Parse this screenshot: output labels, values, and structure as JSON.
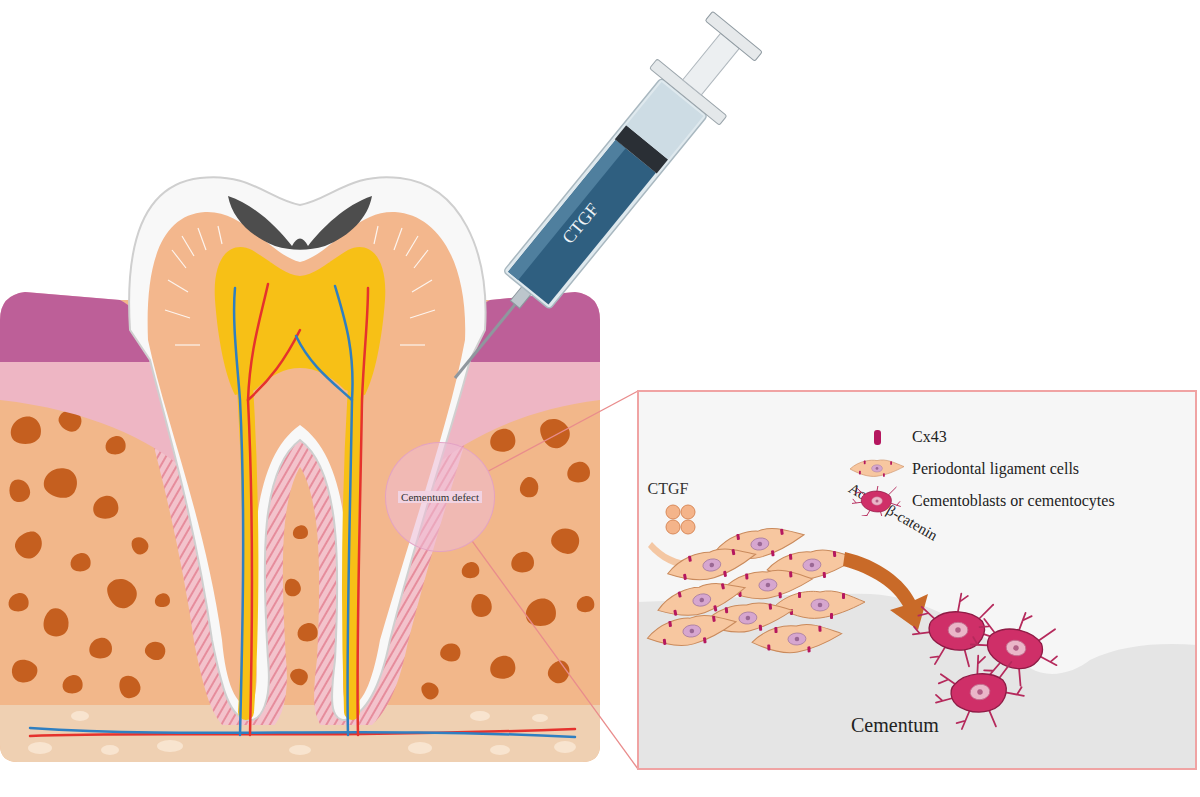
{
  "diagram": {
    "nodes": [
      {
        "text": [
          "Cementum defect"
        ]
      },
      {
        "text": [
          "Cementum"
        ]
      }
    ],
    "edges": [
      {
        "from": 0,
        "to": 1,
        "arrow": "none"
      },
      {
        "from": 0,
        "to": 1,
        "arrow": "none"
      }
    ],
    "labels": [
      "CTGF",
      "CTGF",
      "Active β-catenin"
    ],
    "legend": [
      {
        "text": "Cx43",
        "color": "#b5175f"
      },
      {
        "text": "Periodontal ligament cells"
      },
      {
        "text": "Cementoblasts or cementocytes"
      }
    ]
  }
}
